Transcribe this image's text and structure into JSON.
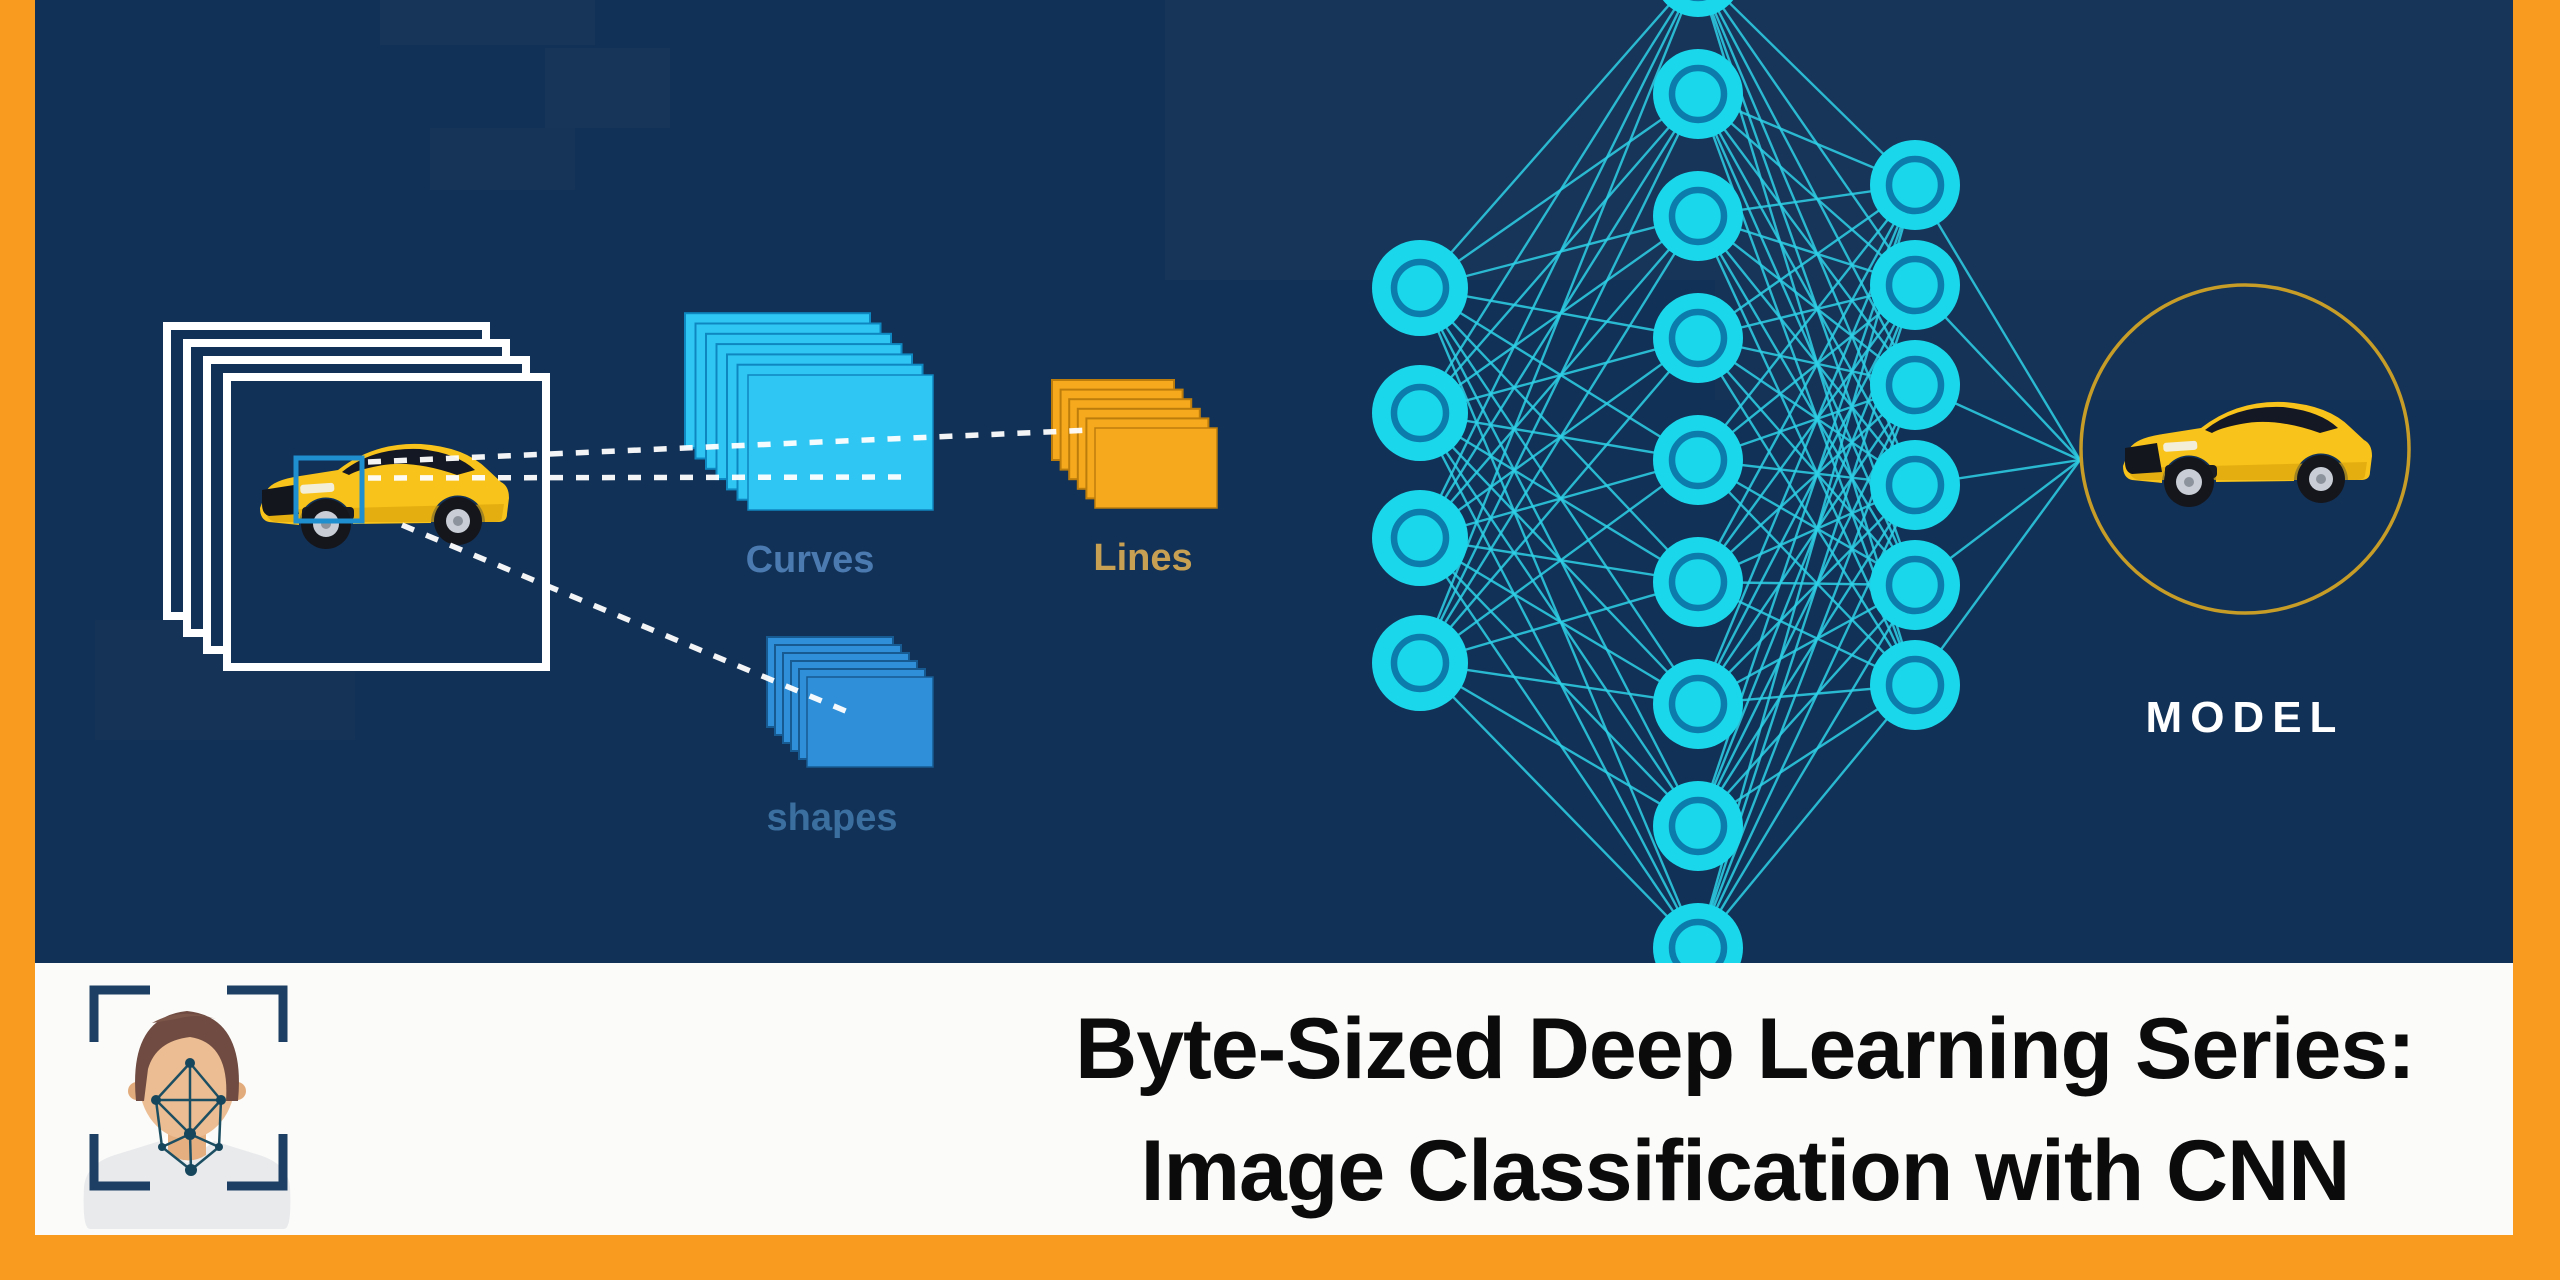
{
  "banner": {
    "title_line1": "Byte-Sized Deep Learning Series:",
    "title_line2": "Image Classification with CNN"
  },
  "diagram": {
    "feature_labels": {
      "curves": "Curves",
      "lines": "Lines",
      "shapes": "shapes"
    },
    "model_label": "MODEL",
    "network": {
      "input_nodes": 4,
      "hidden_nodes": 9,
      "output_nodes": 6
    }
  },
  "colors": {
    "background_navy": "#123156",
    "accent_orange": "#F89B1E",
    "node_cyan": "#1BD7EB",
    "node_ring": "#0B7CAB",
    "edge_cyan": "#2ED1E7",
    "curves_blue": "#30C6F3",
    "curves_edge": "#0E86C0",
    "lines_orange": "#F6A91D",
    "lines_edge": "#BD7D0C",
    "shapes_blue": "#2F8FD8",
    "shapes_edge": "#175A92",
    "gold_ring": "#C79D28",
    "label_blue": "#4A7AB0",
    "label_gold": "#C8A053",
    "label_shapes": "#3A6FA0",
    "car_yellow": "#F8C31A",
    "patch_box_blue": "#1F8FD0"
  }
}
